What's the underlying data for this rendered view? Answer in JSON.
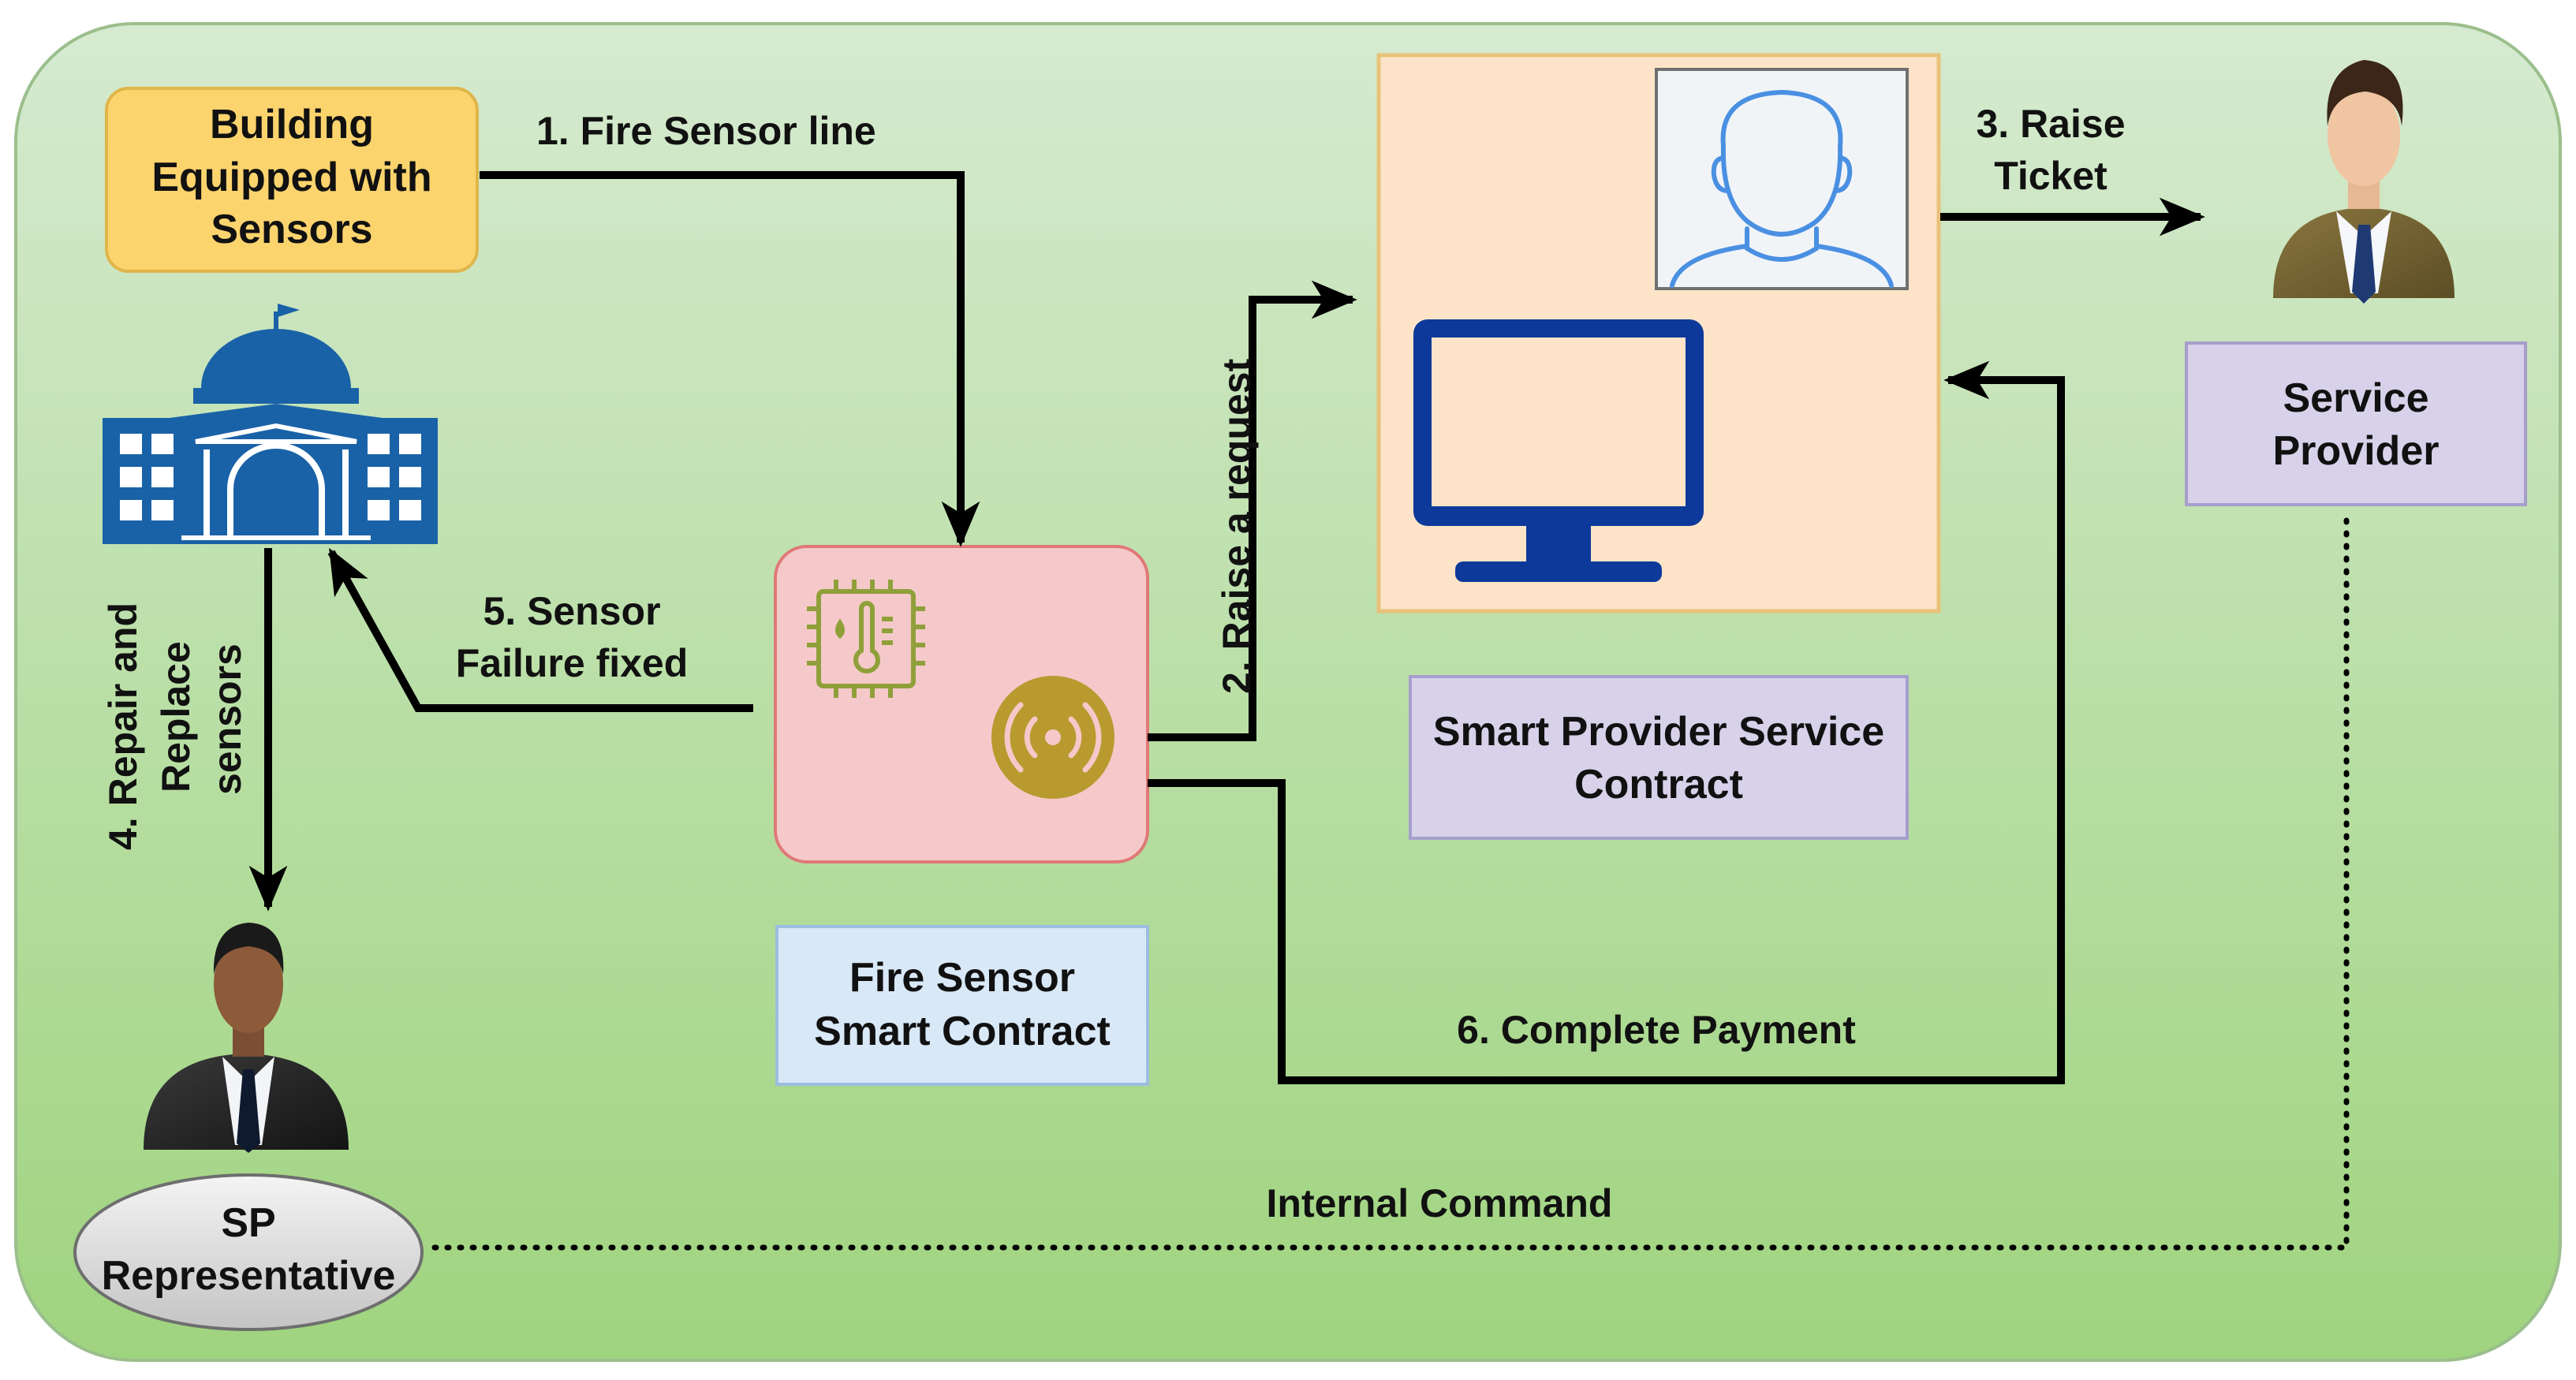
{
  "nodes": {
    "building": {
      "line1": "Building",
      "line2": "Equipped with",
      "line3": "Sensors"
    },
    "service_provider": {
      "line1": "Service",
      "line2": "Provider"
    },
    "spsc": {
      "line1": "Smart Provider Service",
      "line2": "Contract"
    },
    "fssc": {
      "line1": "Fire Sensor",
      "line2": "Smart Contract"
    },
    "sp_rep": {
      "line1": "SP",
      "line2": "Representative"
    }
  },
  "edges": {
    "e1": "1. Fire Sensor line",
    "e2": "2. Raise a request",
    "e3": {
      "line1": "3. Raise",
      "line2": "Ticket"
    },
    "e4": {
      "line1": "4. Repair and",
      "line2": "Replace",
      "line3": "sensors"
    },
    "e5": {
      "line1": "5. Sensor",
      "line2": "Failure fixed"
    },
    "e6": "6. Complete  Payment",
    "internal": "Internal Command"
  },
  "colors": {
    "background_top": "#d6ead0",
    "background_bottom": "#9fd47e",
    "building_box": "#fcd46e",
    "service_box": "#d8d1ea",
    "spsc_box": "#d8d1ea",
    "fssc_box": "#d9e8f7",
    "sensor_card": "#f5c9c9",
    "computer_panel": "#fde4c8",
    "building_icon": "#1a62a8",
    "monitor": "#0d3a9a",
    "sensor_icon": "#b89a2f"
  },
  "icons": [
    "building-icon",
    "user-avatar-icon",
    "monitor-icon",
    "chip-thermometer-icon",
    "wireless-signal-icon",
    "businessman-icon"
  ]
}
